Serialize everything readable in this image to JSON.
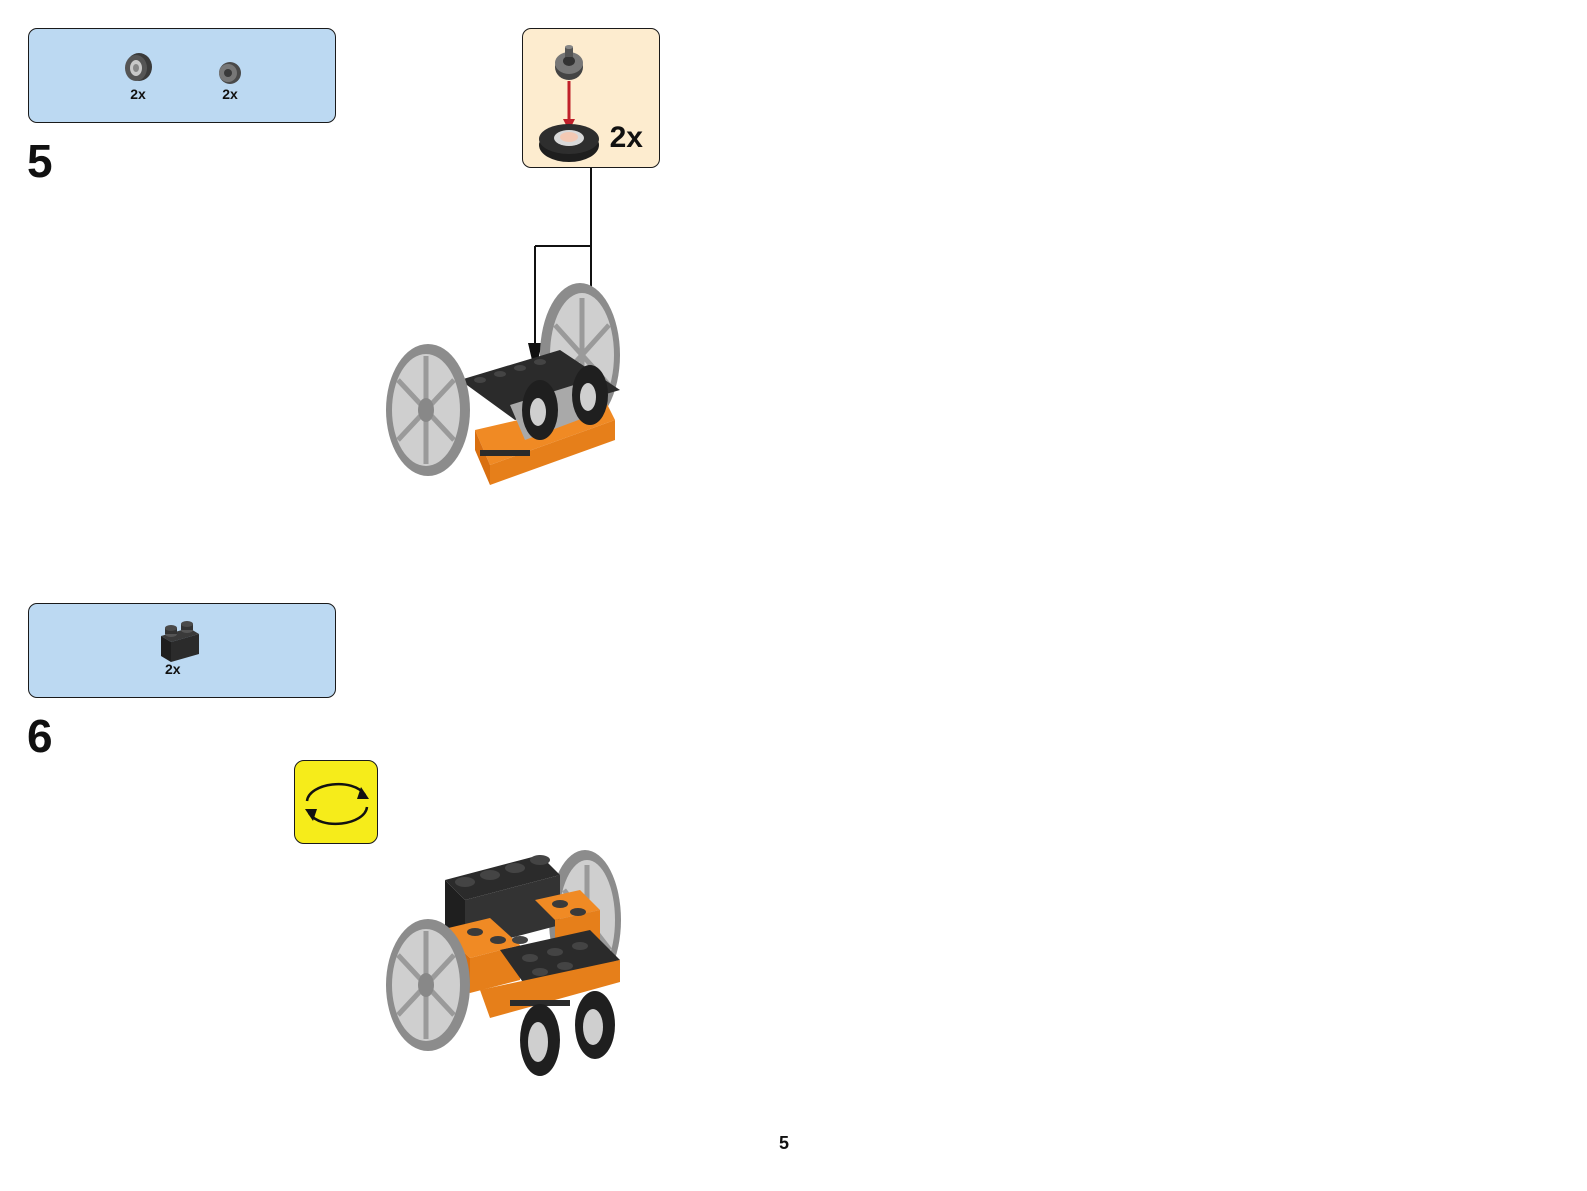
{
  "step5": {
    "number": "5",
    "parts": [
      {
        "icon": "tire-icon",
        "qty": "2x"
      },
      {
        "icon": "wheel-hub-icon",
        "qty": "2x"
      }
    ],
    "callout": {
      "qty": "2x",
      "icon": "tire-on-hub-icon"
    },
    "model_icon": "cart-with-wheels-icon"
  },
  "step6": {
    "number": "6",
    "parts": [
      {
        "icon": "brick-1x2-black-icon",
        "qty": "2x"
      }
    ],
    "rotate_icon": "rotate-model-icon",
    "model_icon": "cart-with-seat-icon"
  },
  "page_number": "5",
  "colors": {
    "parts_box": "#bcd9f2",
    "callout_box": "#fdeccf",
    "rotate_box": "#f6ec1a",
    "orange": "#f08a24",
    "black_brick": "#2b2b2b",
    "light_gray": "#b8b8b8"
  }
}
